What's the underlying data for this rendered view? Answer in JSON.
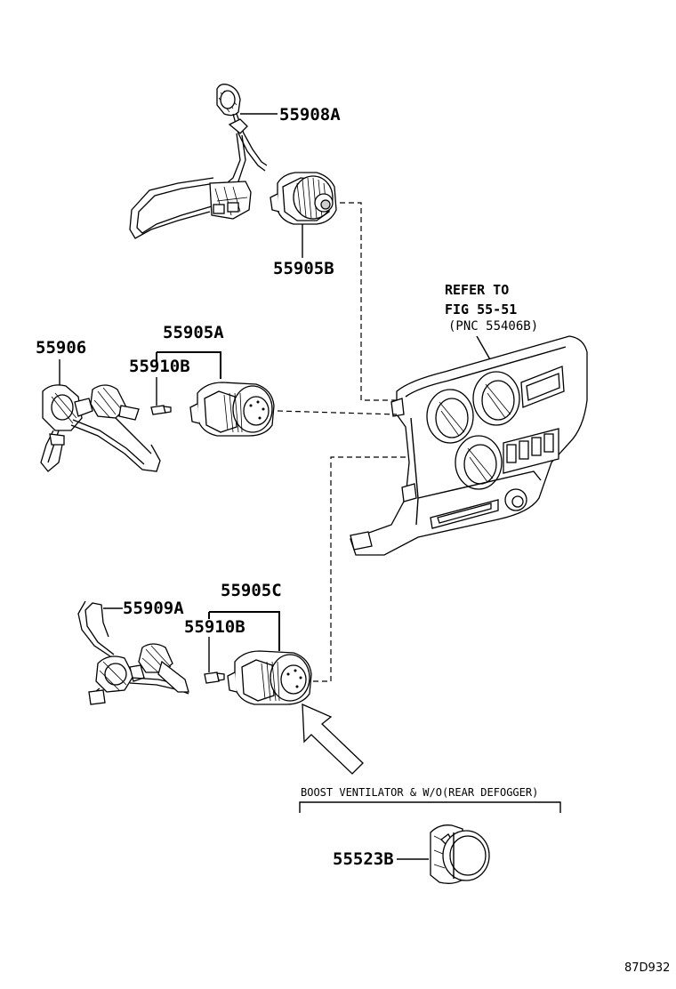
{
  "parts": {
    "p55908A": "55908A",
    "p55905B": "55905B",
    "p55906": "55906",
    "p55905A": "55905A",
    "p55910B_top": "55910B",
    "p55909A": "55909A",
    "p55905C": "55905C",
    "p55910B_bottom": "55910B",
    "p55523B": "55523B"
  },
  "reference": {
    "line1": "REFER TO",
    "line2": "FIG 55-51",
    "line3": "(PNC 55406B)"
  },
  "condition": "BOOST VENTILATOR & W/O(REAR DEFOGGER)",
  "figure_code": "87D932"
}
